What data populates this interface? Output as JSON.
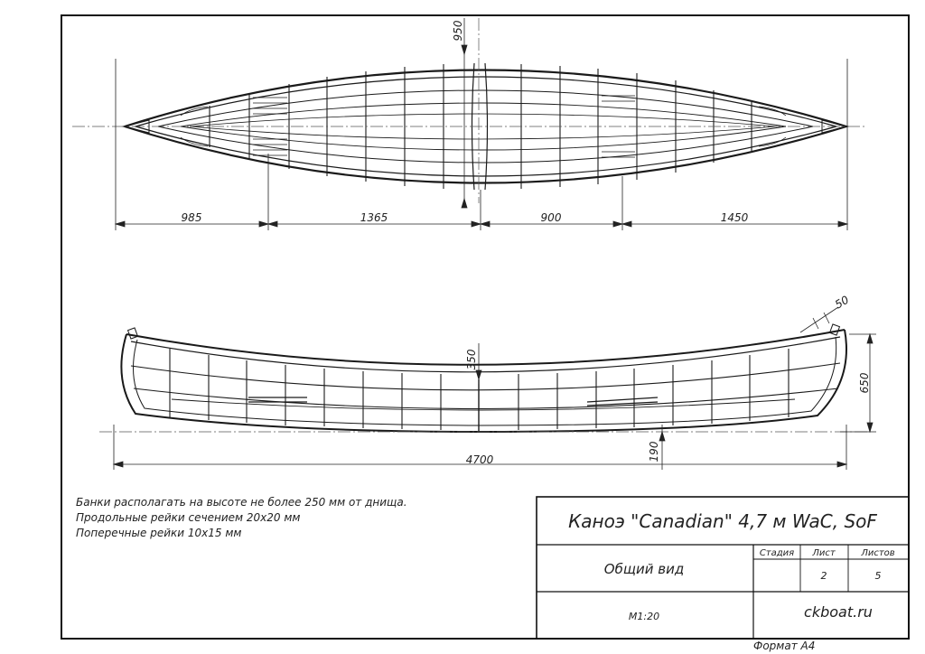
{
  "dimensions": {
    "top_view": [
      "985",
      "1365",
      "900",
      "1450"
    ],
    "beam": "950",
    "side_view": {
      "depth_mid": "350",
      "depth_ends": "650",
      "rocker": "190",
      "length": "4700",
      "stem": "50"
    }
  },
  "notes": [
    "Банки располагать на высоте не более 250 мм от днища.",
    "Продольные рейки сечением 20x20 мм",
    "Поперечные рейки 10x15 мм"
  ],
  "title_block": {
    "title": "Каноэ \"Canadian\" 4,7 м WaC, SoF",
    "view": "Общий вид",
    "stage_label": "Стадия",
    "sheet_label": "Лист",
    "sheets_label": "Листов",
    "stage_value": "",
    "sheet_value": "2",
    "sheets_value": "5",
    "scale": "М1:20",
    "site": "ckboat.ru"
  },
  "format": "Формат А4"
}
